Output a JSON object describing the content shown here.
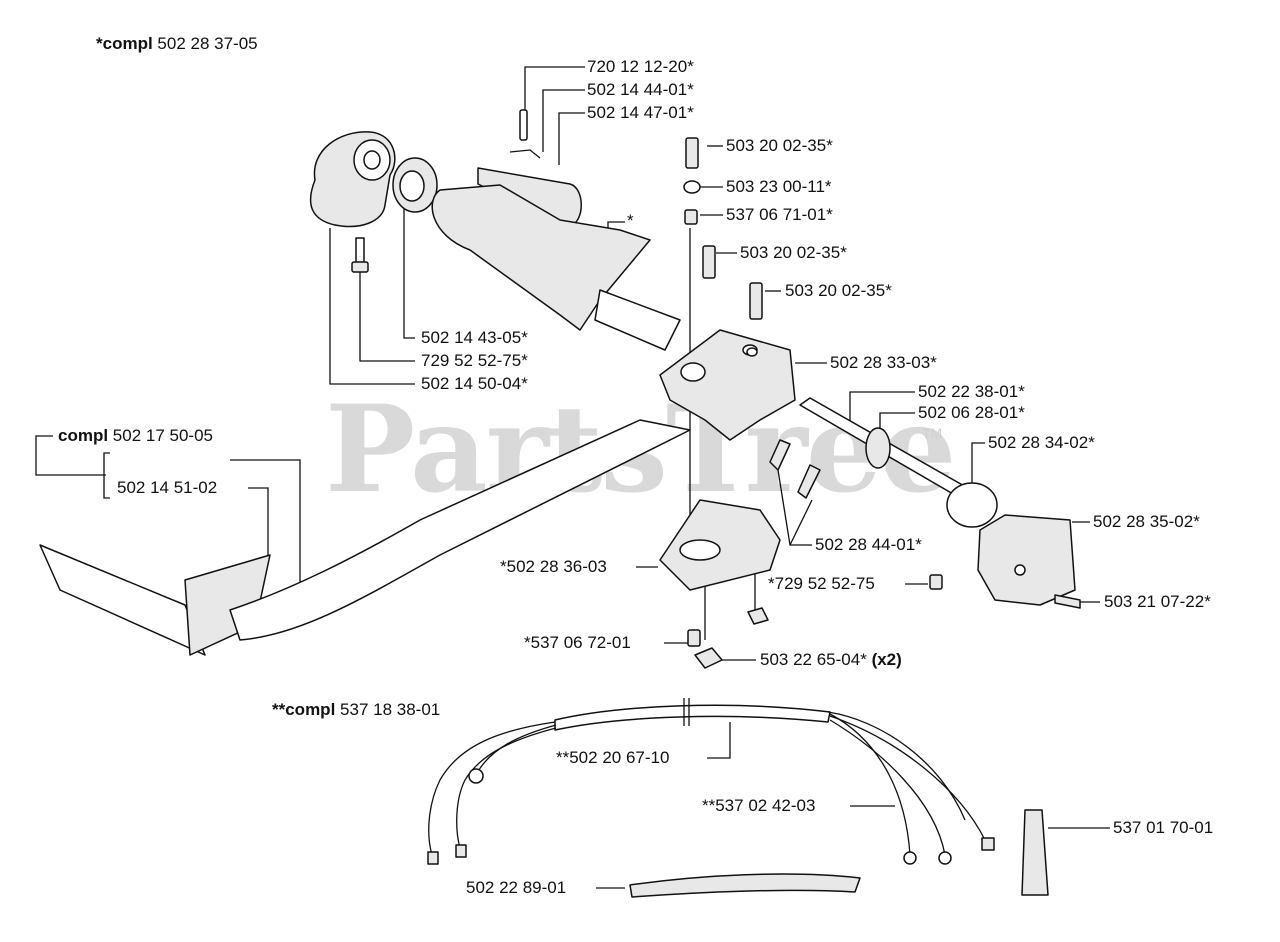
{
  "watermark": {
    "text": "PartsTree",
    "tm": "TM"
  },
  "labels": {
    "compl_top_prefix": "*compl",
    "compl_top_code": "502 28 37-05",
    "l_720_12_12_20": "720 12 12-20*",
    "l_502_14_44_01": "502 14 44-01*",
    "l_502_14_47_01": "502 14 47-01*",
    "l_503_20_02_35_a": "503 20 02-35*",
    "l_503_23_00_11": "503 23 00-11*",
    "l_537_06_71_01": "537 06 71-01*",
    "l_503_20_02_35_b": "503 20 02-35*",
    "l_503_20_02_35_c": "503 20 02-35*",
    "l_star": "*",
    "l_502_14_43_05": "502 14 43-05*",
    "l_729_52_52_75": "729 52 52-75*",
    "l_502_14_50_04": "502 14 50-04*",
    "l_502_28_33_03": "502 28 33-03*",
    "l_502_22_38_01": "502 22 38-01*",
    "l_502_06_28_01": "502 06 28-01*",
    "l_502_28_34_02": "502 28 34-02*",
    "compl_mid_prefix": "compl",
    "compl_mid_code": "502 17 50-05",
    "l_502_14_51_02": "502 14 51-02",
    "l_502_28_35_02": "502 28 35-02*",
    "l_502_28_44_01": "502 28 44-01*",
    "l_502_28_36_03": "*502 28 36-03",
    "l_729_52_52_75_b": "*729 52 52-75",
    "l_503_21_07_22": "503 21 07-22*",
    "l_537_06_72_01": "*537 06 72-01",
    "l_503_22_65_04": "503 22 65-04*",
    "l_x2": "(x2)",
    "compl_bottom_prefix": "**compl",
    "compl_bottom_code": "537 18 38-01",
    "l_502_20_67_10": "**502 20 67-10",
    "l_537_02_42_03": "**537 02 42-03",
    "l_537_01_70_01": "537 01 70-01",
    "l_502_22_89_01": "502 22 89-01"
  }
}
